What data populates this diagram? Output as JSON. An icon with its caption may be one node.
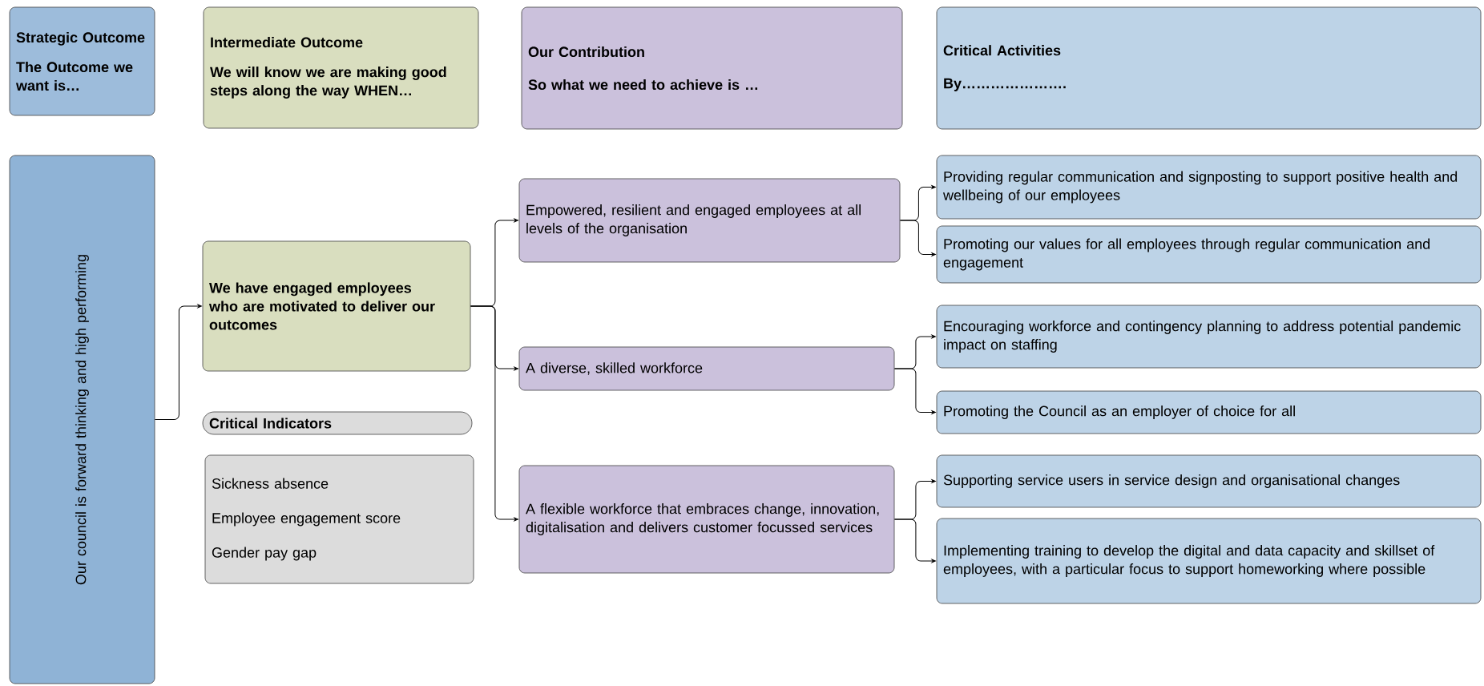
{
  "diagram": {
    "nodes": [
      {
        "text": [
          "Strategic Outcome",
          "The Outcome we want is…"
        ]
      },
      {
        "text": [
          "Intermediate Outcome",
          "We will know we are making good steps along the way WHEN…"
        ]
      },
      {
        "text": [
          "Our Contribution",
          "So what we need to achieve is …"
        ]
      },
      {
        "text": [
          "Critical Activities",
          "By…………………."
        ]
      },
      {
        "text": [
          "Our council is forward thinking and high performing"
        ]
      },
      {
        "text": [
          "We have engaged employees who are motivated to deliver our outcomes"
        ]
      },
      {
        "text": [
          "Critical Indicators"
        ]
      },
      {
        "text": [
          "Sickness absence",
          "Employee engagement score",
          "Gender pay gap"
        ]
      },
      {
        "text": [
          "Empowered, resilient and engaged employees at all levels of the organisation"
        ]
      },
      {
        "text": [
          "A diverse, skilled workforce"
        ]
      },
      {
        "text": [
          "A flexible workforce that embraces change, innovation, digitalisation and delivers customer focussed services"
        ]
      },
      {
        "text": [
          "Providing regular communication and signposting to support positive health and wellbeing of our employees"
        ]
      },
      {
        "text": [
          "Promoting our values for all employees through regular communication and engagement"
        ]
      },
      {
        "text": [
          "Encouraging workforce and contingency planning to address potential pandemic impact on staffing"
        ]
      },
      {
        "text": [
          "Promoting the Council as an employer of choice for all"
        ]
      },
      {
        "text": [
          "Supporting service users in service design and organisational changes"
        ]
      },
      {
        "text": [
          "Implementing training to develop the digital and data capacity and skillset of employees, with a particular focus to support homeworking where possible"
        ]
      }
    ],
    "edges": [
      {
        "from": 4,
        "to": 5,
        "arrow": "to"
      },
      {
        "from": 5,
        "to": 8,
        "arrow": "to"
      },
      {
        "from": 5,
        "to": 9,
        "arrow": "to"
      },
      {
        "from": 5,
        "to": 10,
        "arrow": "to"
      },
      {
        "from": 8,
        "to": 11,
        "arrow": "to"
      },
      {
        "from": 8,
        "to": 12,
        "arrow": "to"
      },
      {
        "from": 9,
        "to": 13,
        "arrow": "to"
      },
      {
        "from": 9,
        "to": 14,
        "arrow": "to"
      },
      {
        "from": 10,
        "to": 15,
        "arrow": "to"
      },
      {
        "from": 10,
        "to": 16,
        "arrow": "to"
      }
    ]
  }
}
